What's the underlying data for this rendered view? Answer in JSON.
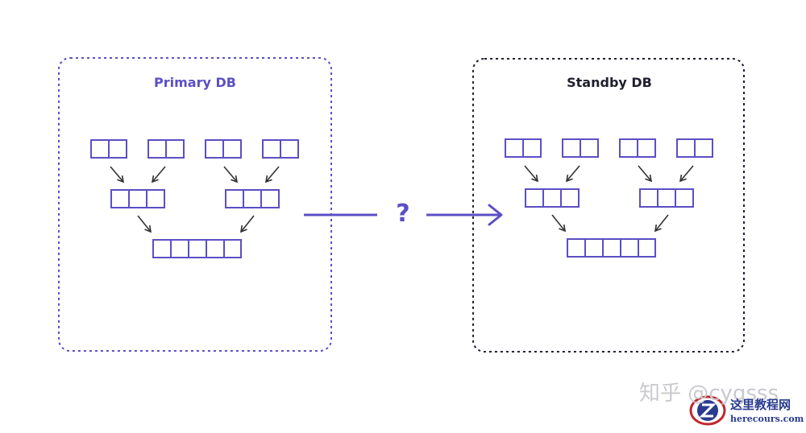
{
  "primary": {
    "title": "Primary DB"
  },
  "standby": {
    "title": "Standby DB"
  },
  "transfer": {
    "question": "?"
  },
  "watermark": {
    "text": "知乎 @cygsss"
  },
  "logo": {
    "title": "这里教程网",
    "url": "herecours.com"
  },
  "colors": {
    "accent": "#5b4fc4",
    "dark": "#1f1f2e",
    "arrow": "#333333"
  }
}
